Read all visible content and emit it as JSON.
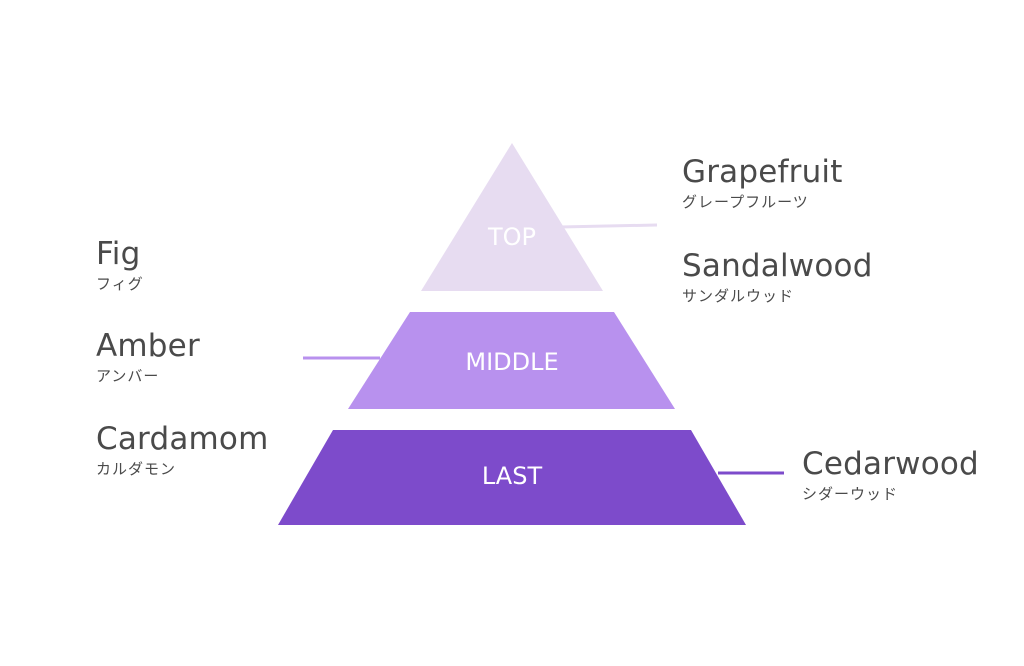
{
  "tiers": {
    "top": {
      "label": "TOP",
      "fill": "#e7dcf1",
      "text_color": "#ffffff"
    },
    "middle": {
      "label": "MIDDLE",
      "fill": "#b891ee",
      "text_color": "#ffffff"
    },
    "last": {
      "label": "LAST",
      "fill": "#7d4bcb",
      "text_color": "#ffffff"
    }
  },
  "connector_colors": {
    "top": "#e7dcf1",
    "middle": "#b891ee",
    "last": "#7d4bcb"
  },
  "notes": {
    "top": [
      {
        "en": "Grapefruit",
        "ja": "グレープフルーツ"
      },
      {
        "en": "Sandalwood",
        "ja": "サンダルウッド"
      }
    ],
    "middle": [
      {
        "en": "Fig",
        "ja": "フィグ"
      },
      {
        "en": "Amber",
        "ja": "アンバー"
      },
      {
        "en": "Cardamom",
        "ja": "カルダモン"
      }
    ],
    "last": [
      {
        "en": "Cedarwood",
        "ja": "シダーウッド"
      }
    ]
  }
}
